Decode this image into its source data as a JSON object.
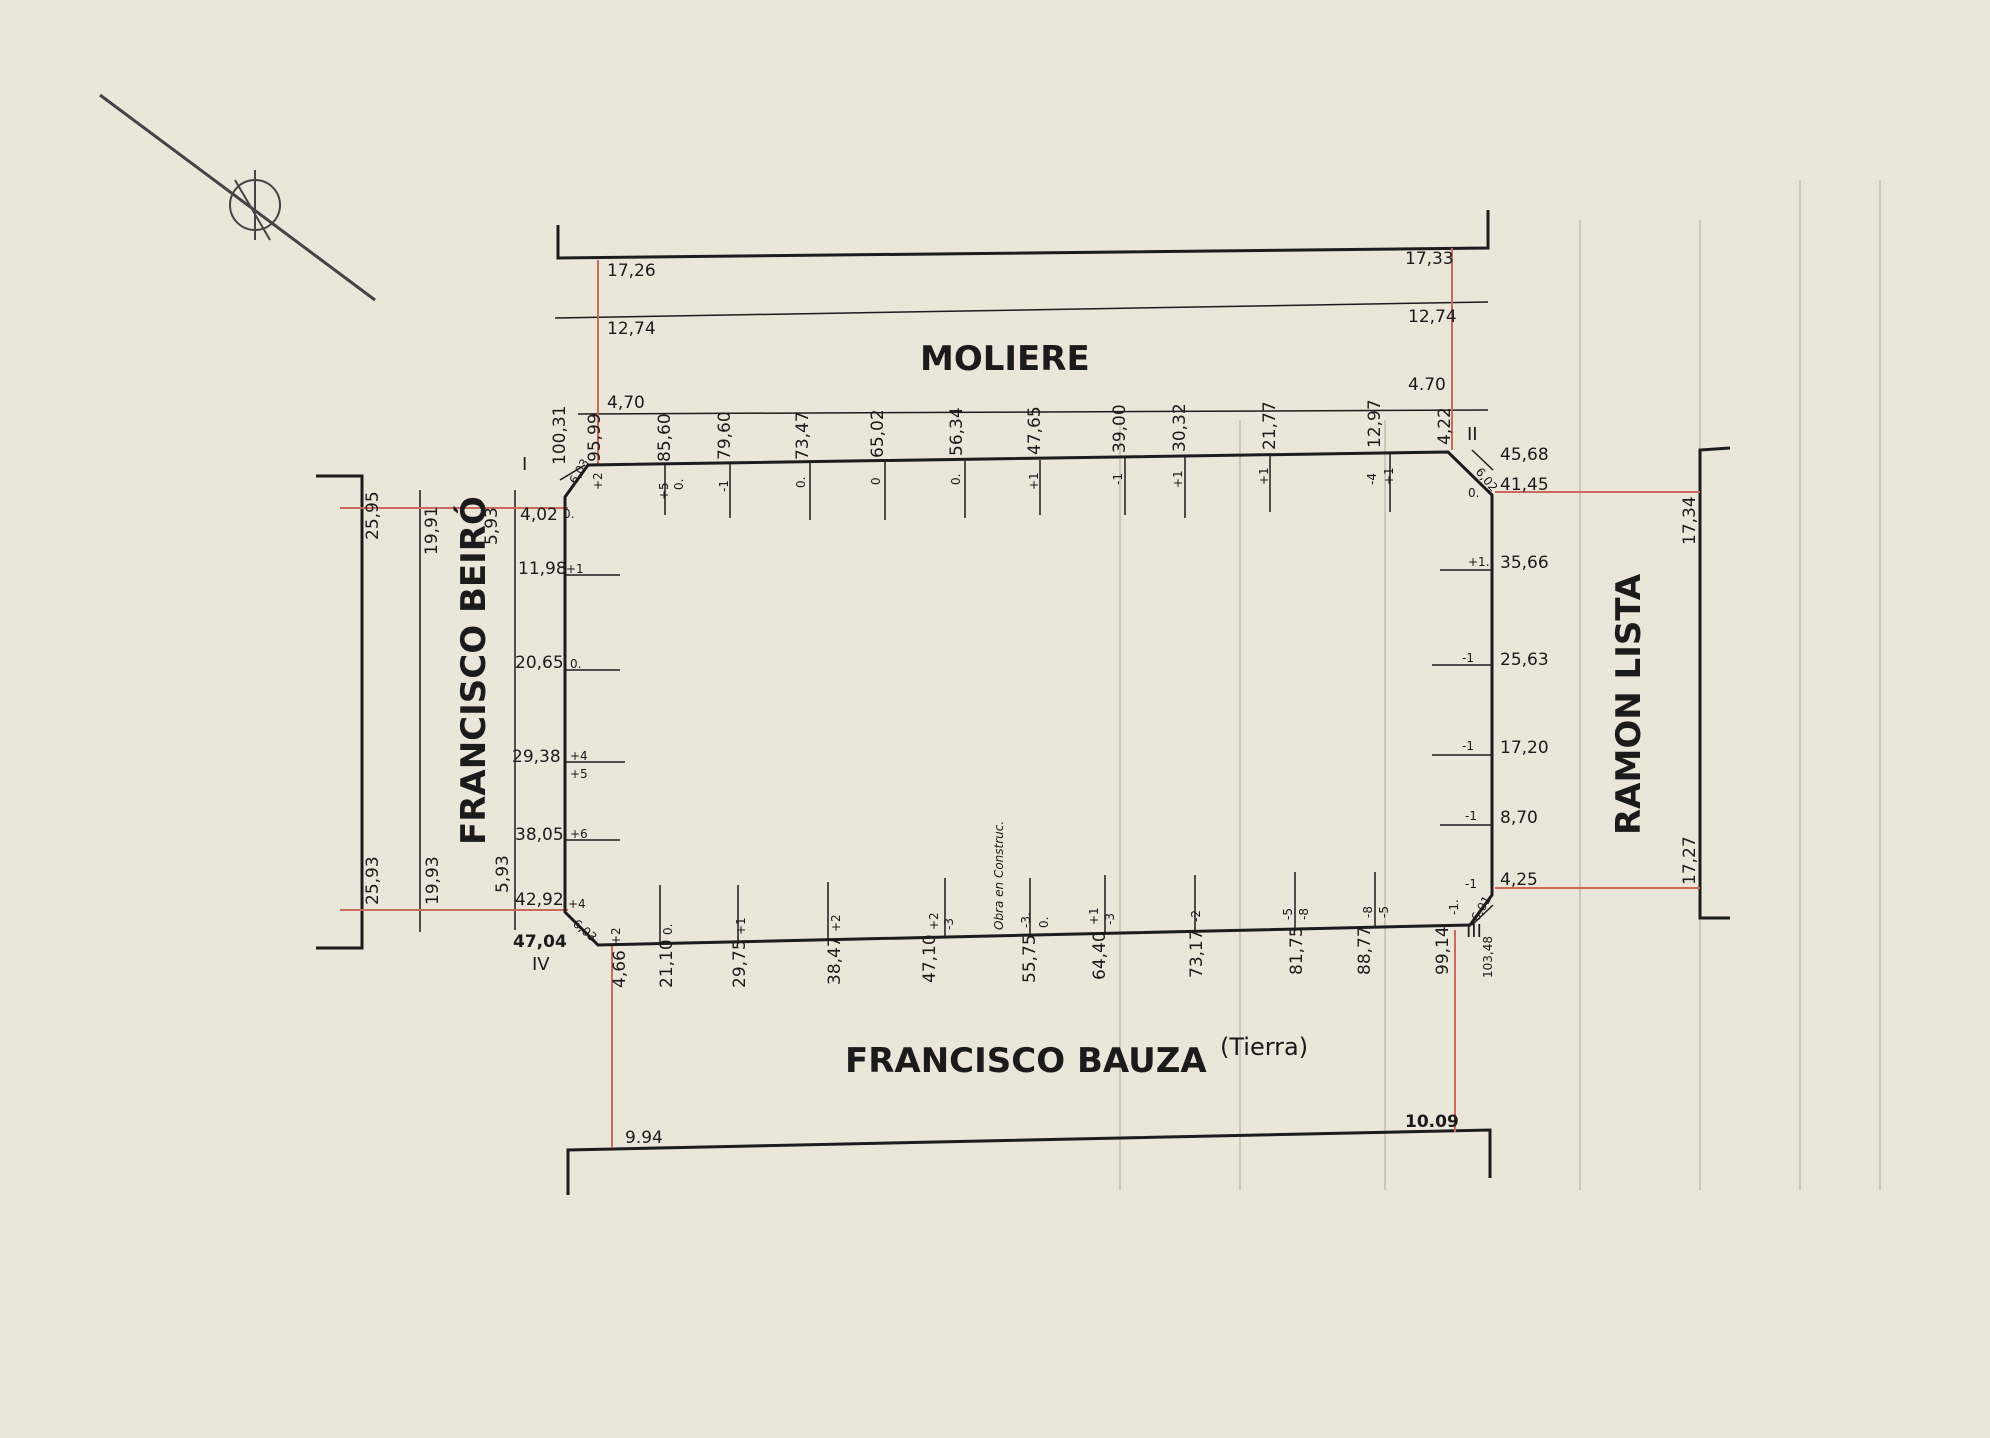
{
  "streets": {
    "north": "MOLIERE",
    "west": "FRANCISCO BEIRÓ",
    "east": "RAMON LISTA",
    "south": "FRANCISCO BAUZA",
    "south_note": "(Tierra)"
  },
  "corners": [
    "I",
    "II",
    "III",
    "IV"
  ],
  "widths": {
    "north_left": [
      "17,26",
      "12,74",
      "4,70"
    ],
    "north_right": [
      "17,33",
      "12,74",
      "4.70"
    ],
    "west_top": [
      "25,95",
      "19,91",
      "5,93"
    ],
    "west_bottom": [
      "25,93",
      "19,93",
      "5,93"
    ],
    "east": [
      "17,34",
      "17,27"
    ],
    "south": [
      "9.94",
      "10.09"
    ]
  },
  "top_frontage": [
    "100,31",
    "95,99",
    "85,60",
    "79,60",
    "73,47",
    "65,02",
    "56,34",
    "47,65",
    "39,00",
    "30,32",
    "21,77",
    "12,97",
    "4,22"
  ],
  "top_levels": [
    "+2",
    "+5",
    "0.",
    "-1",
    "0.",
    "0",
    "0.",
    "+1",
    "-1",
    "+1",
    "+1",
    "-4",
    "+1"
  ],
  "west_frontage": [
    "4,02",
    "11,98",
    "20,65",
    "29,38",
    "38,05",
    "42,92",
    "47,04"
  ],
  "west_levels": [
    "0.",
    "+1",
    "0.",
    "+4",
    "+5",
    "+6",
    "+4"
  ],
  "east_frontage": [
    "45,68",
    "41,45",
    "35,66",
    "25,63",
    "17,20",
    "8,70",
    "4,25"
  ],
  "east_levels": [
    "0.",
    "+1.",
    "-1",
    "-1",
    "-1",
    "-1"
  ],
  "bottom_frontage": [
    "4,66",
    "21,10",
    "29,75",
    "38,47",
    "47,10",
    "55,75",
    "64,40",
    "73,17",
    "81,75",
    "88,77",
    "99,14",
    "103,48"
  ],
  "bottom_levels": [
    "+2",
    "0.",
    "+1",
    "+2",
    "+2",
    "-3",
    "-3.",
    "0.",
    "+1",
    "-3",
    "-2",
    "-5",
    "-8",
    "-8",
    "-5",
    "-1."
  ],
  "bottom_note": "Obra en Construc.",
  "chamfers": [
    "6,03",
    "6,02",
    "6,01",
    "6,03"
  ]
}
